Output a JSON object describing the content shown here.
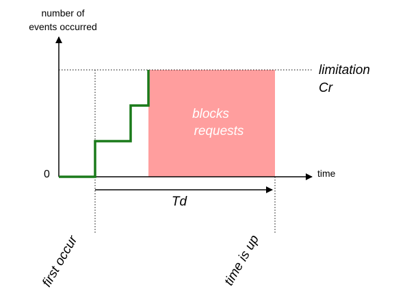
{
  "y_axis_label_line1": "number of",
  "y_axis_label_line2": "events occurred",
  "x_axis_label": "time",
  "origin_label": "0",
  "limit_label_line1": "limitation",
  "limit_label_line2": "Cr",
  "block_label_line1": "blocks",
  "block_label_line2": "requests",
  "duration_label": "Td",
  "first_occur_label": "first occur",
  "time_up_label": "time is up",
  "colors": {
    "step_line": "#1a7a1a",
    "block_fill": "#ff9e9e",
    "block_text": "#ffffff",
    "axis": "#000000"
  }
}
